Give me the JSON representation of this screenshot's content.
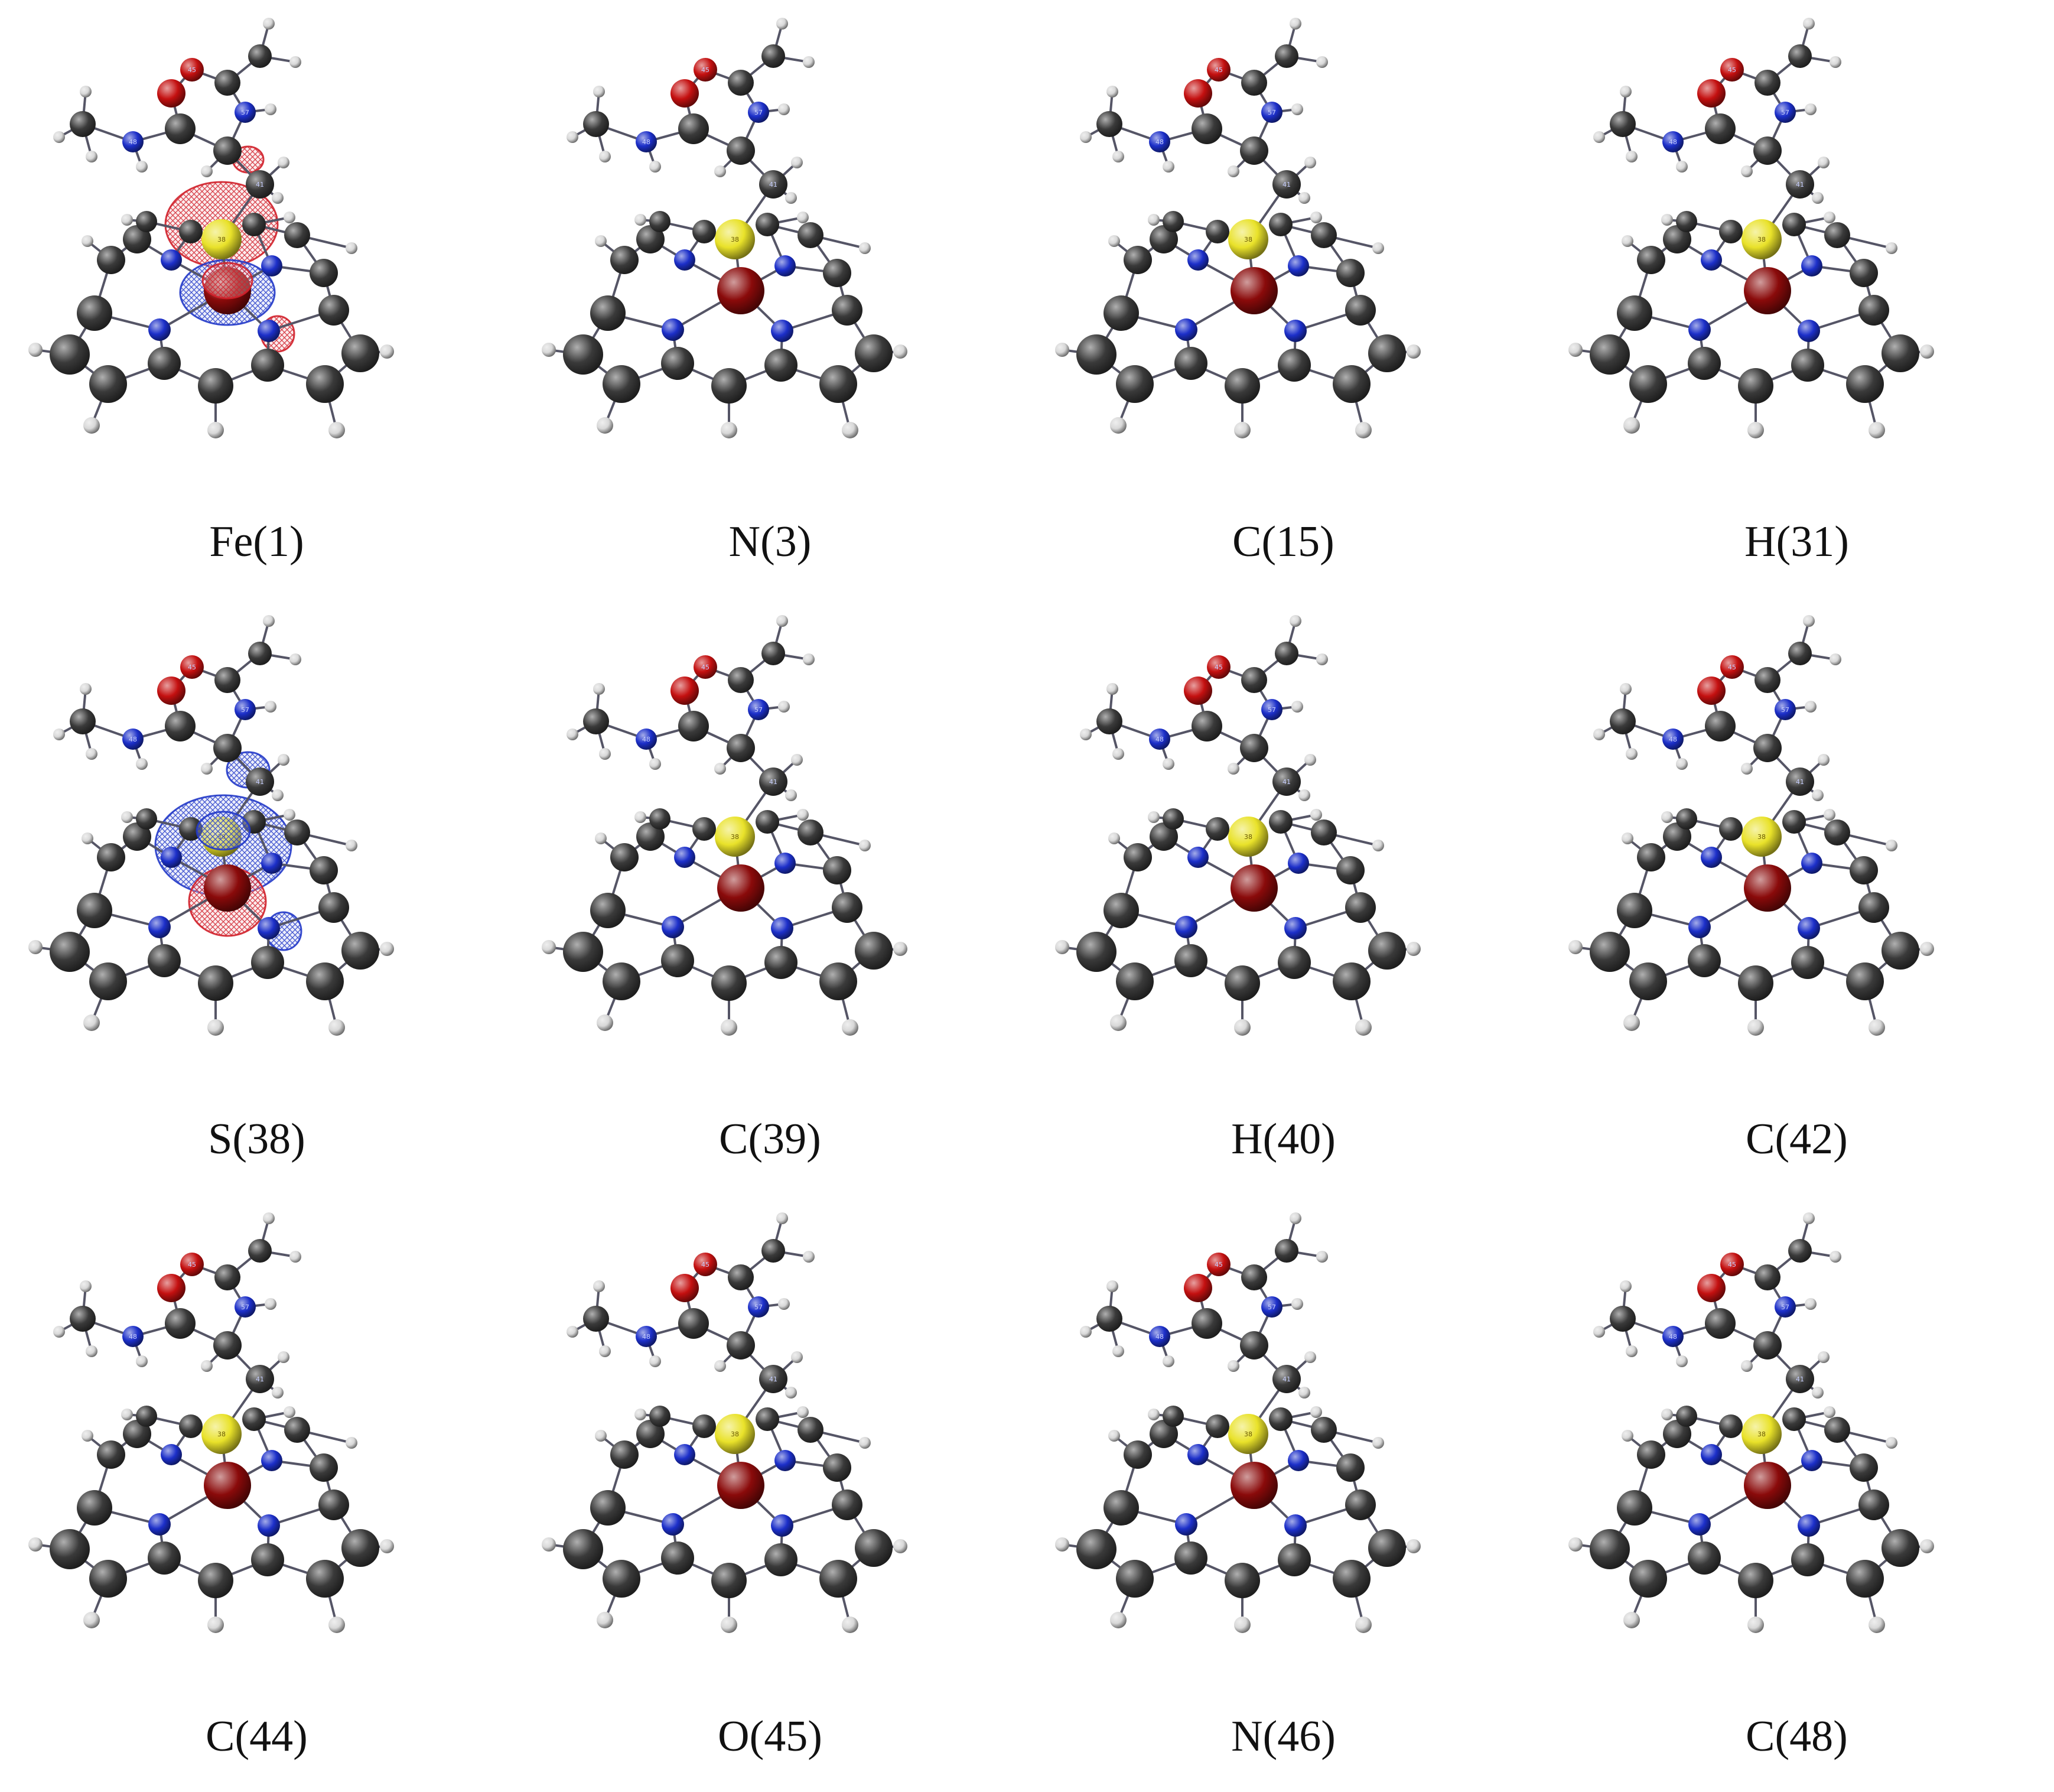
{
  "figure": {
    "panels": [
      {
        "label": "Fe(1)",
        "isosurface": "fe"
      },
      {
        "label": "N(3)",
        "isosurface": "none"
      },
      {
        "label": "C(15)",
        "isosurface": "none"
      },
      {
        "label": "H(31)",
        "isosurface": "none"
      },
      {
        "label": "S(38)",
        "isosurface": "s"
      },
      {
        "label": "C(39)",
        "isosurface": "none"
      },
      {
        "label": "H(40)",
        "isosurface": "none"
      },
      {
        "label": "C(42)",
        "isosurface": "none"
      },
      {
        "label": "C(44)",
        "isosurface": "none"
      },
      {
        "label": "O(45)",
        "isosurface": "none"
      },
      {
        "label": "N(46)",
        "isosurface": "none"
      },
      {
        "label": "C(48)",
        "isosurface": "none"
      }
    ],
    "atom_labels": {
      "sulfur": "38",
      "amide_n_left": "48",
      "amide_n_right": "57",
      "amide_o": "45",
      "ch2": "41"
    },
    "colors": {
      "carbon": "#3a3a3a",
      "hydrogen": "#d8d8d8",
      "nitrogen": "#1c2fc9",
      "oxygen": "#c41010",
      "sulfur": "#e9e22a",
      "iron": "#8a0a0a",
      "bond": "#555566",
      "positive_lobe": "#d0202a",
      "negative_lobe": "#2238c8"
    },
    "icons": [
      "molecule-icon"
    ]
  }
}
